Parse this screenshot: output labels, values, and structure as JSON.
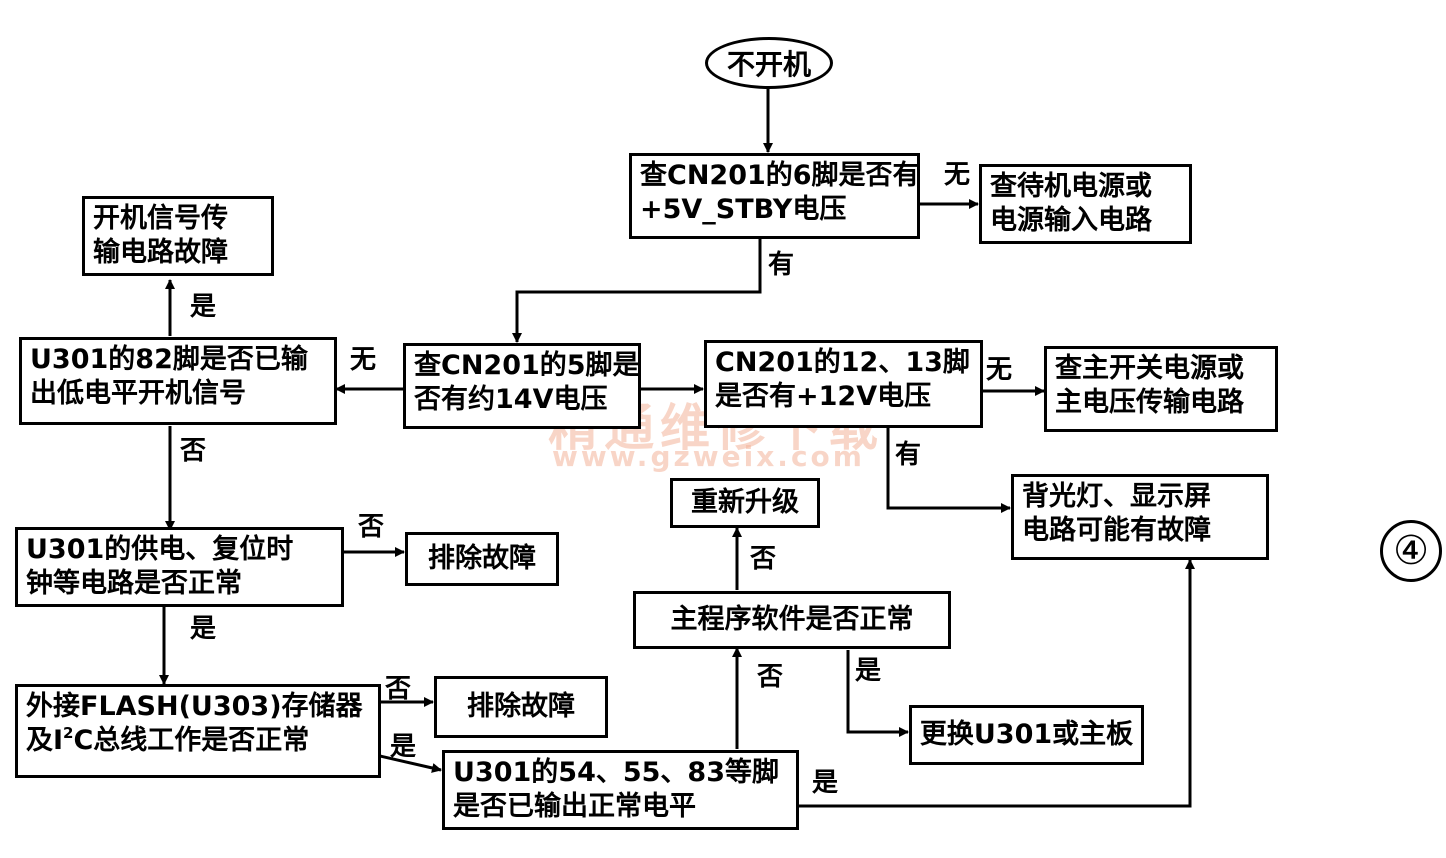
{
  "start": {
    "label": "不开机"
  },
  "nodes": {
    "check_pin6": {
      "line1": "查CN201的6脚是否有",
      "line2": "+5V_STBY电压"
    },
    "standby_power": {
      "line1": "查待机电源或",
      "line2": "电源输入电路"
    },
    "check_pin5": {
      "line1": "查CN201的5脚是",
      "line2": "否有约14V电压"
    },
    "check_pin12_13": {
      "line1": "CN201的12、13脚",
      "line2": "是否有+12V电压"
    },
    "main_switch_power": {
      "line1": "查主开关电源或",
      "line2": "主电压传输电路"
    },
    "u301_pin82": {
      "line1": "U301的82脚是否已输",
      "line2": "出低电平开机信号"
    },
    "poweron_signal_fault": {
      "line1": "开机信号传",
      "line2": "输电路故障"
    },
    "u301_supply": {
      "line1": "U301的供电、复位时",
      "line2": "钟等电路是否正常"
    },
    "fix_fault_1": {
      "line1": "排除故障"
    },
    "flash_check": {
      "line1": "外接FLASH(U303)存储器",
      "line2_pre": "及I",
      "line2_sup": "2",
      "line2_post": "C总线工作是否正常"
    },
    "fix_fault_2": {
      "line1": "排除故障"
    },
    "u301_pins": {
      "line1": "U301的54、55、83等脚",
      "line2": "是否已输出正常电平"
    },
    "main_software": {
      "line1": "主程序软件是否正常"
    },
    "reupgrade": {
      "line1": "重新升级"
    },
    "replace_u301": {
      "line1": "更换U301或主板"
    },
    "backlight_fault": {
      "line1": "背光灯、显示屏",
      "line2": "电路可能有故障"
    }
  },
  "edge_labels": {
    "no_standby": "无",
    "yes_pin6": "有",
    "no_pin5": "无",
    "yes_pin82": "是",
    "no_pin82": "否",
    "no_12v": "无",
    "yes_12v": "有",
    "no_supply": "否",
    "yes_supply": "是",
    "no_flash": "否",
    "yes_flash": "是",
    "no_upgrade": "否",
    "no_software": "否",
    "yes_software": "是",
    "yes_pins": "是"
  },
  "figure_number": "④",
  "watermark": {
    "cn": "精通维修下载",
    "url": "www.gzweix.com"
  },
  "colors": {
    "line": "#000000",
    "watermark": "#f4b49b"
  }
}
